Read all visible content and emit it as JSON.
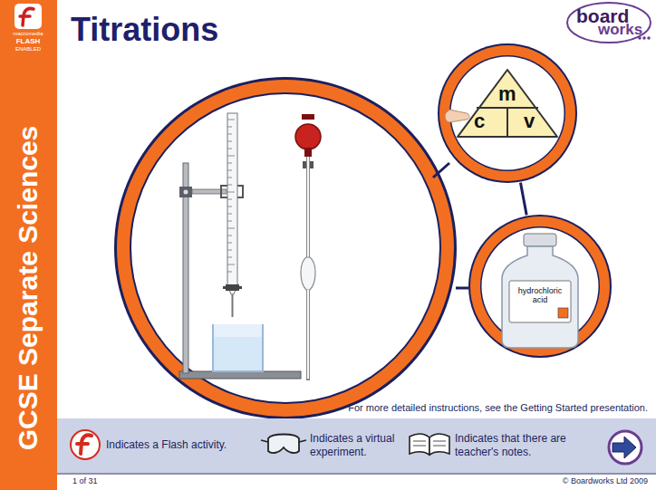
{
  "diagram": {
    "title": "Titrations",
    "nodes": [
      {
        "text": [
          "m",
          "c",
          "v"
        ]
      },
      {
        "text": [
          "hydrochloric acid"
        ]
      }
    ],
    "edges": [
      {
        "from": 0,
        "to": 1,
        "arrow": "none"
      }
    ],
    "labels": [
      "GCSE Separate Sciences",
      "macromedia",
      "FLASH",
      "ENABLED",
      "board",
      "works",
      "For more detailed instructions, see the Getting Started presentation.",
      "Indicates a Flash activity.",
      "Indicates a virtual experiment.",
      "Indicates that there are teacher's notes.",
      "1 of 31",
      "© Boardworks Ltd 2009"
    ]
  }
}
